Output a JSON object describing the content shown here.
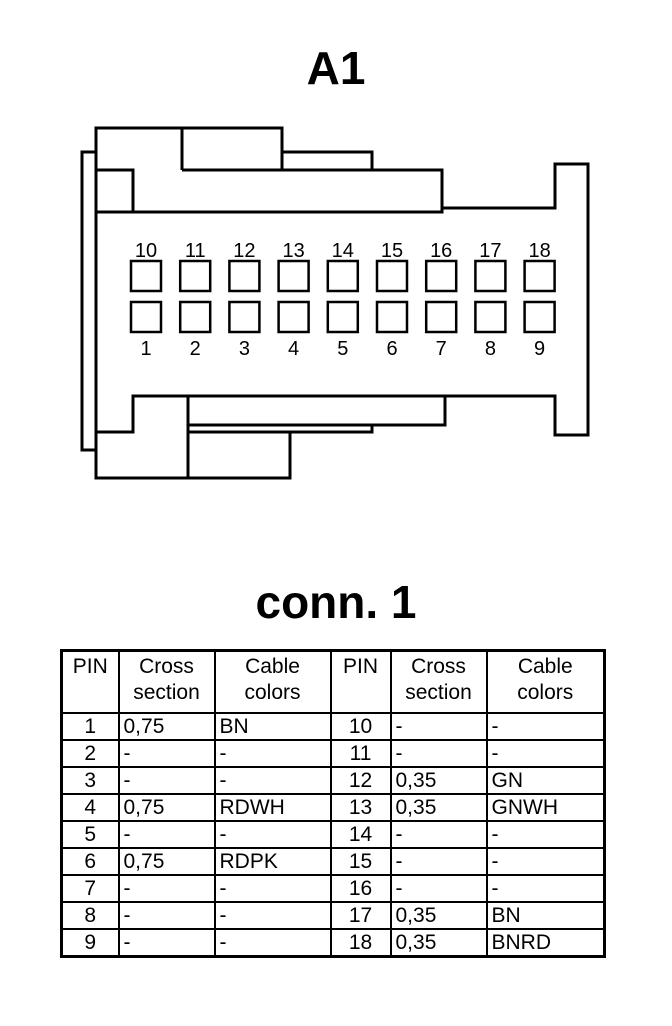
{
  "connector": {
    "title": "A1",
    "top_pins": [
      "10",
      "11",
      "12",
      "13",
      "14",
      "15",
      "16",
      "17",
      "18"
    ],
    "bottom_pins": [
      "1",
      "2",
      "3",
      "4",
      "5",
      "6",
      "7",
      "8",
      "9"
    ]
  },
  "table": {
    "title": "conn. 1",
    "headers": {
      "pin": "PIN",
      "cross_section": "Cross section",
      "cable_colors": "Cable colors"
    },
    "rows": [
      {
        "pin_a": "1",
        "cs_a": "0,75",
        "col_a": "BN",
        "pin_b": "10",
        "cs_b": "-",
        "col_b": "-"
      },
      {
        "pin_a": "2",
        "cs_a": "-",
        "col_a": "-",
        "pin_b": "11",
        "cs_b": "-",
        "col_b": "-"
      },
      {
        "pin_a": "3",
        "cs_a": "-",
        "col_a": "-",
        "pin_b": "12",
        "cs_b": "0,35",
        "col_b": "GN"
      },
      {
        "pin_a": "4",
        "cs_a": "0,75",
        "col_a": "RDWH",
        "pin_b": "13",
        "cs_b": "0,35",
        "col_b": "GNWH"
      },
      {
        "pin_a": "5",
        "cs_a": "-",
        "col_a": "-",
        "pin_b": "14",
        "cs_b": "-",
        "col_b": "-"
      },
      {
        "pin_a": "6",
        "cs_a": "0,75",
        "col_a": "RDPK",
        "pin_b": "15",
        "cs_b": "-",
        "col_b": "-"
      },
      {
        "pin_a": "7",
        "cs_a": "-",
        "col_a": "-",
        "pin_b": "16",
        "cs_b": "-",
        "col_b": "-"
      },
      {
        "pin_a": "8",
        "cs_a": "-",
        "col_a": "-",
        "pin_b": "17",
        "cs_b": "0,35",
        "col_b": "BN"
      },
      {
        "pin_a": "9",
        "cs_a": "-",
        "col_a": "-",
        "pin_b": "18",
        "cs_b": "0,35",
        "col_b": "BNRD"
      }
    ]
  }
}
